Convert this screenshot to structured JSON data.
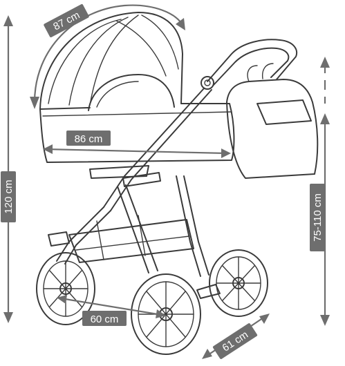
{
  "colors": {
    "dimension": "#6e6e6e",
    "outline": "#3a3a3a",
    "label_text": "#ffffff"
  },
  "dimensions": {
    "canopy_arc": "87 cm",
    "carrycot_length": "86 cm",
    "overall_height": "120 cm",
    "handle_height": "75-110 cm",
    "wheelbase": "60 cm",
    "width": "61 cm"
  }
}
